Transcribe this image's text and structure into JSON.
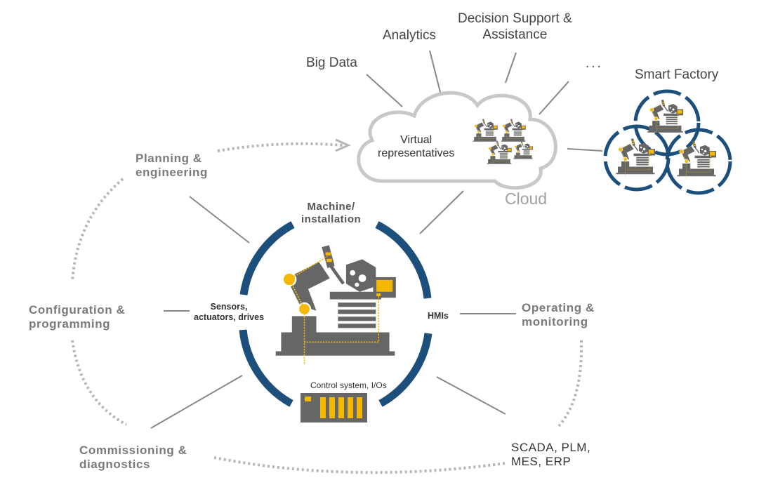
{
  "top_labels": {
    "big_data": "Big Data",
    "analytics": "Analytics",
    "decision_support": [
      "Decision Support &",
      "Assistance"
    ],
    "more": "...",
    "smart_factory": "Smart Factory"
  },
  "cloud": {
    "virtual_representatives": [
      "Virtual",
      "representatives"
    ],
    "label": "Cloud"
  },
  "machine": {
    "title": [
      "Machine/",
      "installation"
    ],
    "sensors": [
      "Sensors,",
      "actuators, drives"
    ],
    "hmis": "HMIs",
    "control": "Control system, I/Os"
  },
  "phases": {
    "planning": [
      "Planning &",
      "engineering"
    ],
    "configuration": [
      "Configuration &",
      "programming"
    ],
    "operating": [
      "Operating &",
      "monitoring"
    ],
    "commissioning": [
      "Commissioning &",
      "diagnostics"
    ],
    "scada": [
      "SCADA, PLM,",
      "MES, ERP"
    ]
  },
  "colors": {
    "ring": "#1d4f7c",
    "accent": "#f5b800",
    "machine": "#666666",
    "line": "#888888"
  }
}
